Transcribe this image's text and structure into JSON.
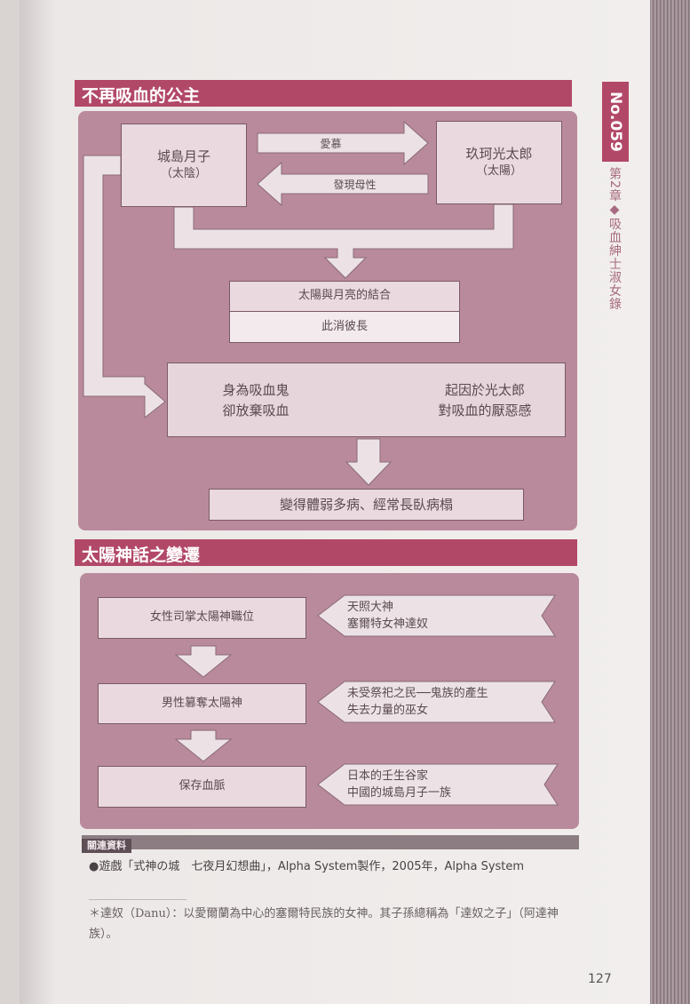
{
  "side_tab": {
    "number": "No.059",
    "chapter": "第2章◆吸血紳士淑女錄"
  },
  "section1": {
    "title": "不再吸血的公主",
    "left_box": {
      "name": "城島月子",
      "sub": "（太陰）"
    },
    "right_box": {
      "name": "玖珂光太郎",
      "sub": "（太陽）"
    },
    "arrow_right": "愛慕",
    "arrow_left": "發現母性",
    "union_top": "太陽與月亮的結合",
    "union_bottom": "此消彼長",
    "mid_left": [
      "身為吸血鬼",
      "卻放棄吸血"
    ],
    "mid_right": [
      "起因於光太郎",
      "對吸血的厭惡感"
    ],
    "result": "變得體弱多病、經常長臥病榻"
  },
  "section2": {
    "title": "太陽神話之變遷",
    "rows": [
      {
        "stage": "女性司掌太陽神職位",
        "notes": [
          "天照大神",
          "塞爾特女神達奴"
        ]
      },
      {
        "stage": "男性篡奪太陽神",
        "notes": [
          "未受祭祀之民──鬼族的產生",
          "失去力量的巫女"
        ]
      },
      {
        "stage": "保存血脈",
        "notes": [
          "日本的壬生谷家",
          "中國的城島月子一族"
        ]
      }
    ]
  },
  "related": {
    "title": "關連資料",
    "item": "●遊戲「式神の城　七夜月幻想曲」，Alpha System製作，2005年，Alpha System"
  },
  "footnote": "＊達奴（Danu）：以愛爾蘭為中心的塞爾特民族的女神。其子孫總稱為「達奴之子」（阿達神族）。",
  "page_number": "127"
}
